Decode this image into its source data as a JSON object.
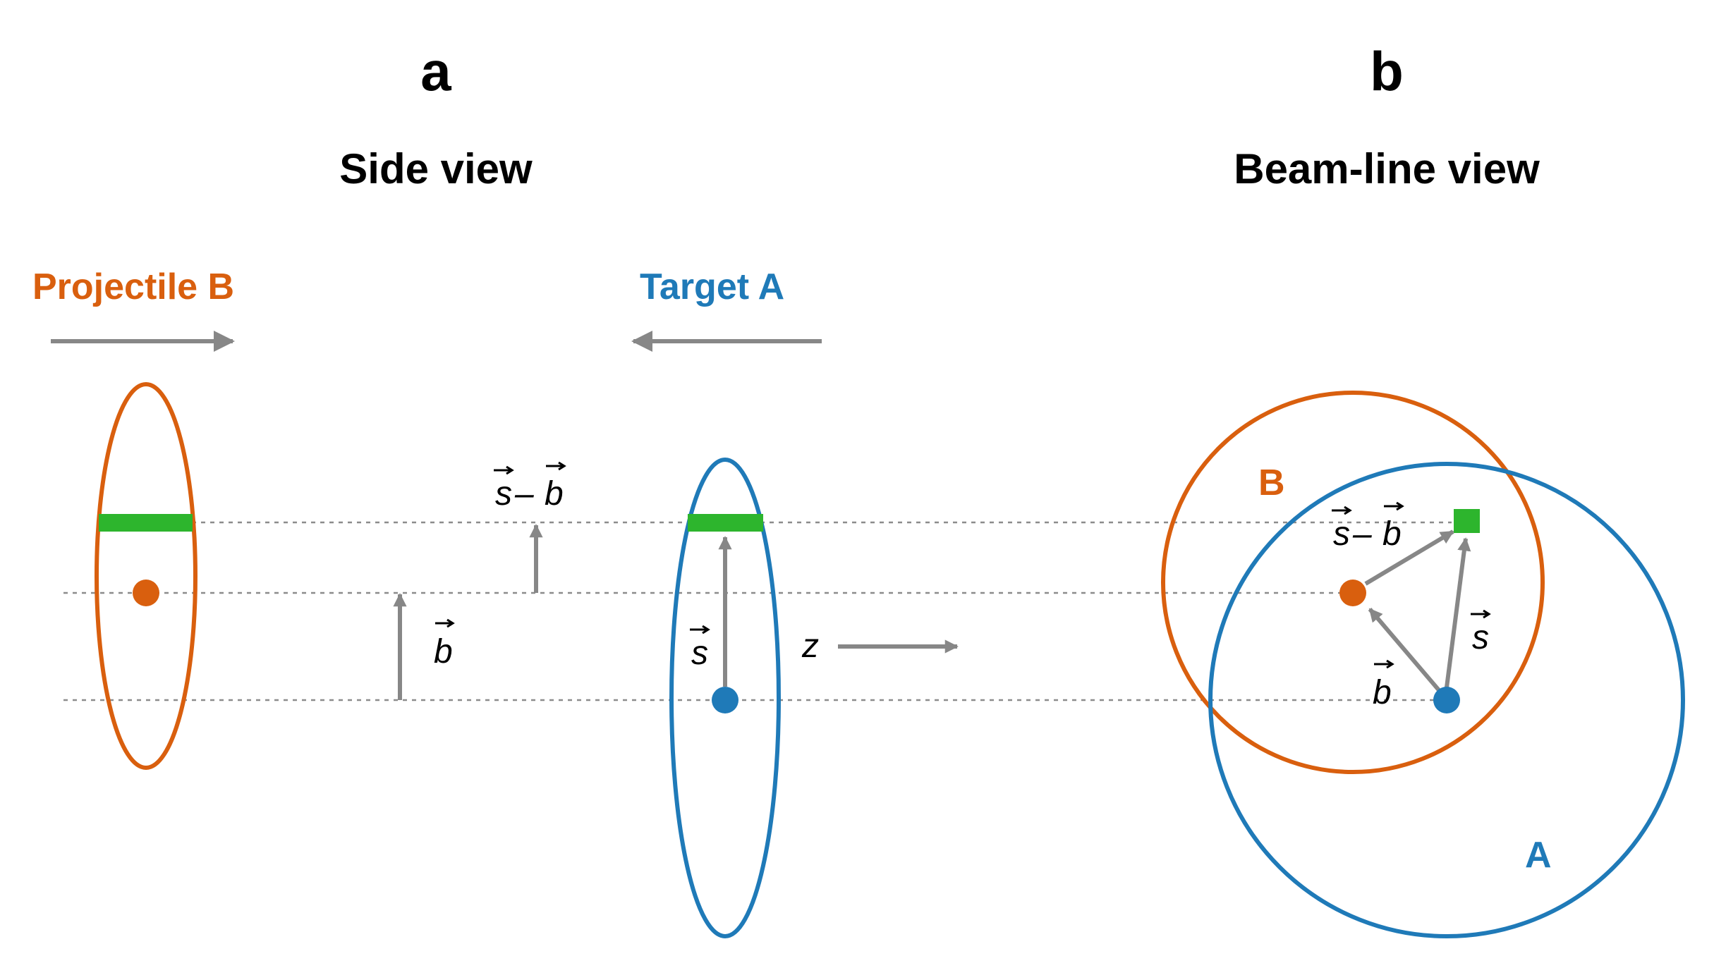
{
  "panels": {
    "a": {
      "letter": "a",
      "title": "Side view"
    },
    "b": {
      "letter": "b",
      "title": "Beam-line view"
    }
  },
  "labels": {
    "projectile": "Projectile B",
    "target": "Target A",
    "b_circle": "B",
    "a_circle": "A",
    "z_axis": "z",
    "vec_s": "s",
    "vec_b": "b",
    "vec_s_minus_b_s": "s",
    "vec_s_minus_b_dash": "–",
    "vec_s_minus_b_b": "b"
  },
  "colors": {
    "projectile": "#d95f0e",
    "target": "#1f7ab8",
    "overlap_patch": "#2db52d",
    "arrow": "#878787",
    "guide": "#8c8c8c",
    "text": "#000000"
  }
}
